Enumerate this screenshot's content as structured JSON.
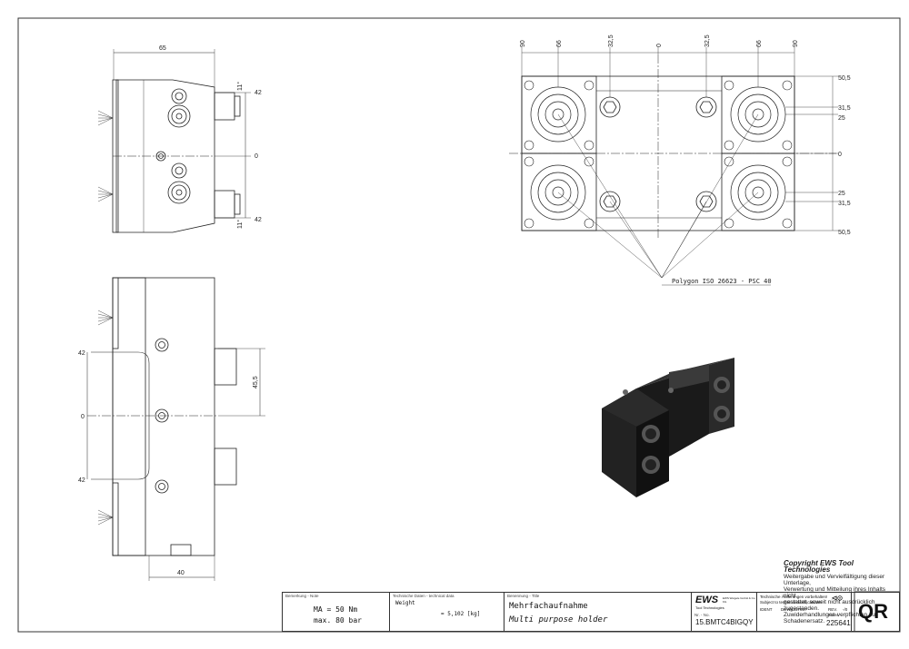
{
  "views": {
    "side": {
      "dim_width": "65",
      "dim_top": "42",
      "dim_zero": "0",
      "dim_bottom": "42",
      "dim_angle_top": "11°",
      "dim_angle_bottom": "11°"
    },
    "front": {
      "dim_top": "42",
      "dim_zero": "0",
      "dim_bottom": "42",
      "dim_pitch": "45,5",
      "dim_depth": "40"
    },
    "top": {
      "x_labels": [
        "90",
        "66",
        "32,5",
        "0",
        "32,5",
        "66",
        "90"
      ],
      "y_labels": [
        "50,5",
        "31,5",
        "25",
        "0",
        "25",
        "31,5",
        "50,5"
      ],
      "callout": "Polygon ISO 26623 - PSC 40"
    }
  },
  "copyright": {
    "title": "Copyright EWS Tool Technologies",
    "lines": [
      "Weitergabe und Vervielfältigung dieser Unterlage,",
      "Verwertung und Mitteilung ihres Inhalts nicht",
      "gestattet, soweit nicht ausdrücklich zugestanden.",
      "Zuwiderhandlungen verpflichten zu Schadenersatz."
    ]
  },
  "title_block": {
    "remark_label": "Bemerkung - Note",
    "remark_line1": "MA = 50 Nm",
    "remark_line2": "max. 80 bar",
    "tech_label": "Technische Daten - technical data",
    "weight_label": "Weight",
    "weight_value": "= 5,102 [kg]",
    "name_label": "Benennung - Title",
    "name_de": "Mehrfachaufnahme",
    "name_en": "Multi purpose holder",
    "company_logo": "EWS",
    "company_sub": "Tool Technologies",
    "company_address": "EWS Weigele GmbH & Co. KG",
    "changes_de": "Technische Änderungen vorbehalten!",
    "changes_en": "Subject to technical modifications!",
    "ident_label": "IDENT",
    "ident_value": "DEWS237037",
    "rev_label": "REV.",
    "rev_value": "-/0",
    "nr_label": "Nr. - No.",
    "part_number": "15.BMTC4BIGQY",
    "index_label": "Index",
    "index_value": "225641",
    "qr_text": "QR"
  }
}
